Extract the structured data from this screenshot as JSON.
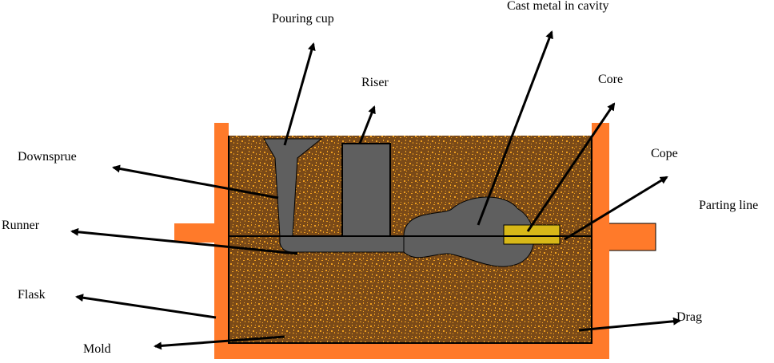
{
  "labels": {
    "pouring_cup": "Pouring cup",
    "cast_metal": "Cast metal in cavity",
    "riser": "Riser",
    "core": "Core",
    "downsprue": "Downsprue",
    "cope": "Cope",
    "parting_line": "Parting line",
    "runner": "Runner",
    "flask": "Flask",
    "drag": "Drag",
    "mold": "Mold"
  },
  "colors": {
    "flask": "#FF7A2A",
    "sand": "#7A4A18",
    "sand_speckle": "#F0A020",
    "metal": "#5F5F5F",
    "core": "#D8B818",
    "line": "#000000"
  }
}
